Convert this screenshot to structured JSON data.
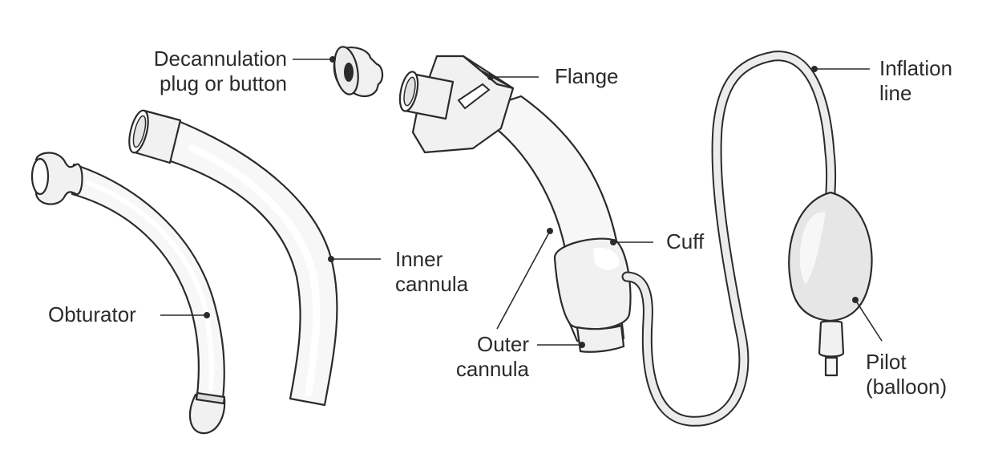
{
  "labels": {
    "decannulation": [
      "Decannulation",
      "plug or button"
    ],
    "flange": [
      "Flange"
    ],
    "inflation_line": [
      "Inflation",
      "line"
    ],
    "inner_cannula": [
      "Inner",
      "cannula"
    ],
    "cuff": [
      "Cuff"
    ],
    "obturator": [
      "Obturator"
    ],
    "outer_cannula": [
      "Outer",
      "cannula"
    ],
    "pilot_balloon": [
      "Pilot",
      "(balloon)"
    ]
  },
  "colors": {
    "outline": "#2b2b2b",
    "fill_light": "#f1f1f1",
    "fill_mid": "#dcdcdc",
    "text": "#2b2b2b"
  }
}
